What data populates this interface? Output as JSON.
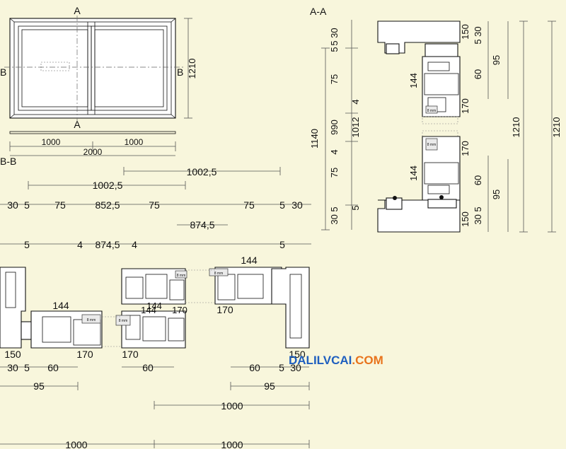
{
  "colors": {
    "background": "#f8f6dc",
    "line": "#111111",
    "watermark_blue": "#1f5fbf",
    "watermark_orange": "#e8731c"
  },
  "elevation": {
    "section_mark_a_top": "A",
    "section_mark_a_bottom": "A",
    "section_mark_b_left": "B",
    "section_mark_b_right": "B",
    "height_dim": "1210",
    "width_half_left": "1000",
    "width_half_right": "1000",
    "width_total": "2000"
  },
  "section_aa": {
    "title": "A-A",
    "left_dims": [
      "5 30",
      "5",
      "75",
      "4",
      "990",
      "4",
      "75",
      "5",
      "30 5"
    ],
    "dim_1140": "1140",
    "dim_1012": "1012",
    "right_dims_top": [
      "150",
      "5 30",
      "60",
      "95"
    ],
    "right_dims_bottom": [
      "170",
      "60",
      "95",
      "150",
      "30 5"
    ],
    "profile_144_top": "144",
    "profile_144_bottom": "144",
    "profile_170_top": "170",
    "profile_170_bottom": "170",
    "dim_1210_a": "1210",
    "dim_1210_b": "1210",
    "glass_label": "8 mm"
  },
  "section_bb": {
    "title": "B-B",
    "dim_1002_5_top": "1002,5",
    "dim_1002_5_left": "1002,5",
    "row_dims": [
      "30",
      "5",
      "75",
      "852,5",
      "75",
      "75",
      "5",
      "30"
    ],
    "dim_874_5_a": "874,5",
    "row2_dims": [
      "5",
      "4",
      "874,5",
      "4",
      "5"
    ],
    "label_144_a": "144",
    "label_144_b": "144",
    "label_144_c": "144",
    "label_170_a": "170",
    "label_170_b": "170",
    "label_170_c": "170",
    "label_170_d": "170",
    "label_150_a": "150",
    "label_150_b": "150",
    "bottom_left": [
      "30",
      "5",
      "60"
    ],
    "bottom_mid": "60",
    "bottom_right": [
      "60",
      "5",
      "30"
    ],
    "dim_95_left": "95",
    "dim_95_right": "95",
    "dim_1000_mid": "1000",
    "dim_1000_bottom_left": "1000",
    "dim_1000_bottom_right": "1000",
    "glass_label": "8 mm"
  },
  "watermark": {
    "part1": "DALILVCAI",
    "part2": ".COM"
  }
}
